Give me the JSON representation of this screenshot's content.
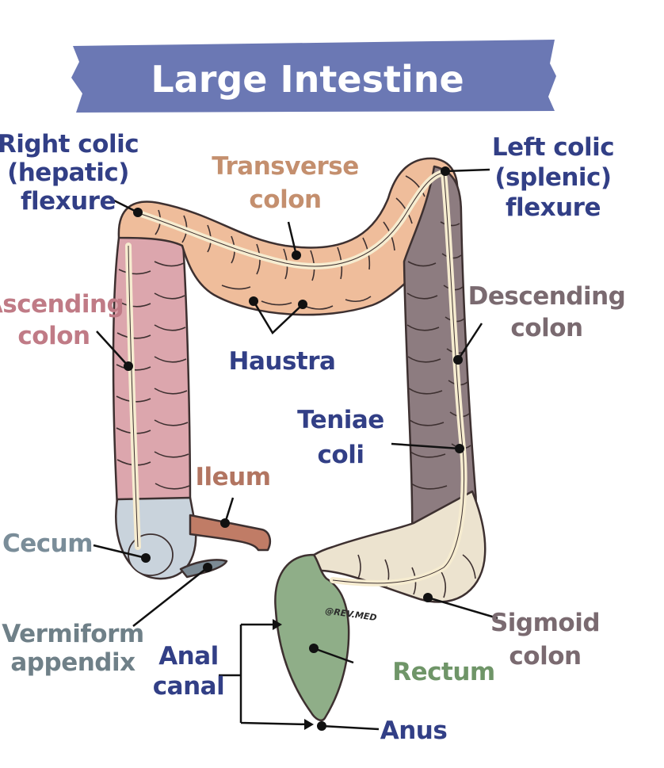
{
  "title": "Large Intestine",
  "watermark": "@REV.MED",
  "colors": {
    "banner": "#6b78b4",
    "navy_text": "#323f86",
    "transverse": "#efbd9b",
    "ascending": "#dca6ad",
    "descending": "#8d7c80",
    "cecum": "#c9d3dc",
    "ileum": "#c07c66",
    "sigmoid": "#ece3cf",
    "rectum": "#8fae88",
    "teniae": "#f6ecd0",
    "outline": "#3d3030"
  },
  "labels": {
    "hepatic_flexure": [
      "Right colic",
      "(hepatic)",
      "flexure"
    ],
    "transverse_colon": [
      "Transverse",
      "colon"
    ],
    "splenic_flexure": [
      "Left colic",
      "(splenic)",
      "flexure"
    ],
    "ascending_colon": [
      "Ascending",
      "colon"
    ],
    "descending_colon": [
      "Descending",
      "colon"
    ],
    "haustra": "Haustra",
    "teniae_coli": [
      "Teniae",
      "coli"
    ],
    "ileum": "Ileum",
    "cecum": "Cecum",
    "vermiform_appendix": [
      "Vermiform",
      "appendix"
    ],
    "anal_canal": [
      "Anal",
      "canal"
    ],
    "rectum": "Rectum",
    "sigmoid_colon": [
      "Sigmoid",
      "colon"
    ],
    "anus": "Anus"
  }
}
